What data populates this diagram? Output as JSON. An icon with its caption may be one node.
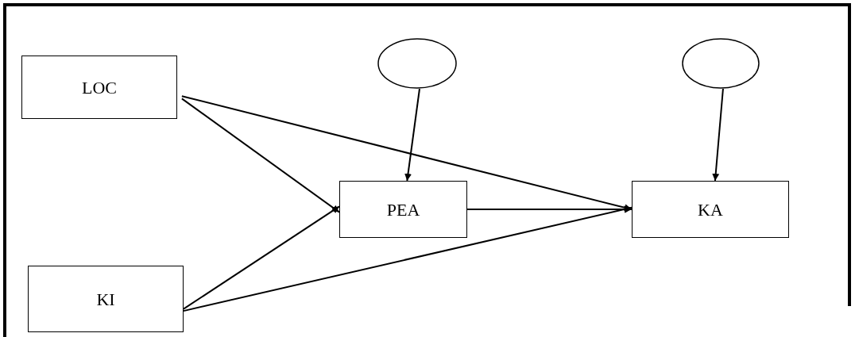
{
  "diagram": {
    "nodes": [
      {
        "text": [
          "LOC"
        ]
      },
      {
        "text": [],
        "shape": "circle"
      },
      {
        "text": [],
        "shape": "circle"
      },
      {
        "text": [
          "PEA"
        ]
      },
      {
        "text": [
          "KA"
        ]
      },
      {
        "text": [
          "KI"
        ]
      }
    ],
    "edges": [
      {
        "from": 0,
        "to": 3,
        "arrow": "to"
      },
      {
        "from": 0,
        "to": 4,
        "arrow": "to"
      },
      {
        "from": 1,
        "to": 3,
        "arrow": "to"
      },
      {
        "from": 2,
        "to": 4,
        "arrow": "to"
      },
      {
        "from": 3,
        "to": 4,
        "arrow": "to"
      },
      {
        "from": 5,
        "to": 3,
        "arrow": "to"
      },
      {
        "from": 5,
        "to": 4,
        "arrow": "to"
      }
    ]
  }
}
